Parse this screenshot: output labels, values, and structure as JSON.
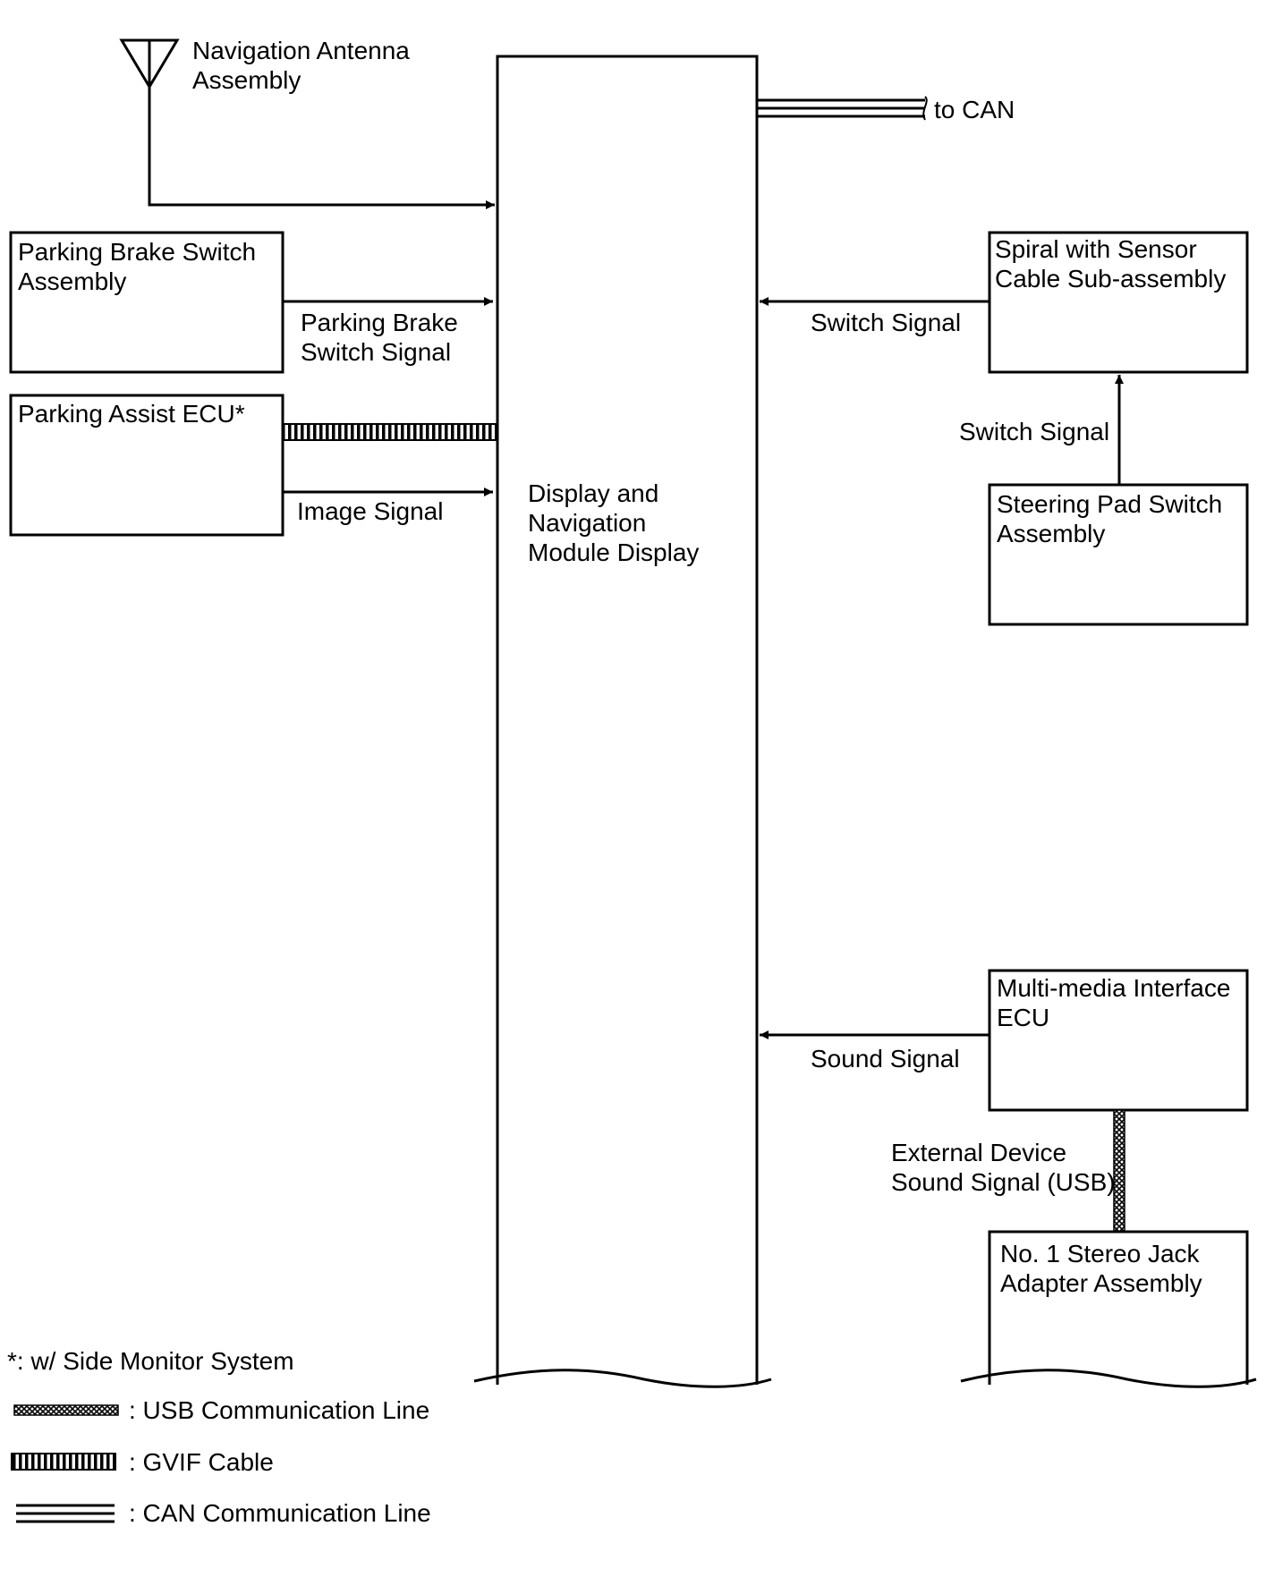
{
  "blocks": {
    "antenna": [
      "Navigation Antenna",
      "Assembly"
    ],
    "main_unit": [
      "Display and",
      "Navigation",
      "Module Display"
    ],
    "parking_brake_switch": [
      "Parking Brake Switch",
      "Assembly"
    ],
    "parking_assist_ecu": [
      "Parking Assist ECU*"
    ],
    "spiral_cable": [
      "Spiral with Sensor",
      "Cable Sub-assembly"
    ],
    "steering_pad_switch": [
      "Steering Pad Switch",
      "Assembly"
    ],
    "multimedia_ecu": [
      "Multi-media Interface",
      "ECU"
    ],
    "stereo_jack": [
      "No. 1 Stereo Jack",
      "Adapter Assembly"
    ]
  },
  "signals": {
    "to_can": "to CAN",
    "parking_brake_signal": [
      "Parking Brake",
      "Switch Signal"
    ],
    "image_signal": "Image Signal",
    "switch_signal_spiral": "Switch Signal",
    "switch_signal_steering": "Switch Signal",
    "sound_signal": "Sound Signal",
    "usb_signal": [
      "External Device",
      "Sound Signal (USB)"
    ]
  },
  "footnote": "*: w/ Side Monitor System",
  "legend": [
    {
      "line_type": "usb",
      "label": ": USB Communication Line"
    },
    {
      "line_type": "gvif",
      "label": ": GVIF Cable"
    },
    {
      "line_type": "can",
      "label": ": CAN Communication Line"
    }
  ]
}
